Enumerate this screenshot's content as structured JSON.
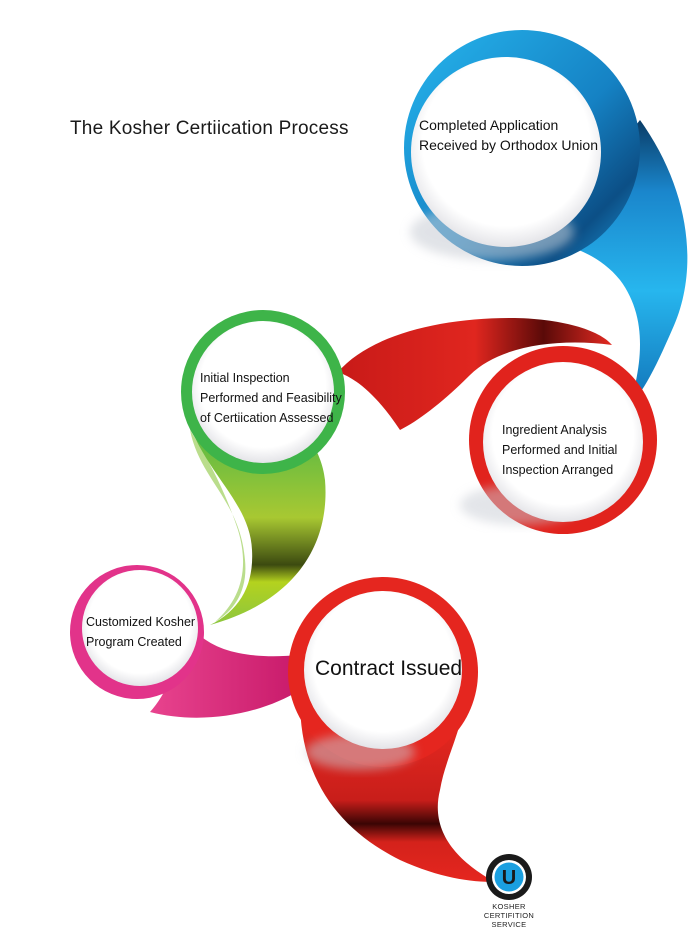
{
  "title": "The Kosher Certiication Process",
  "steps": [
    {
      "line1": "Completed Application",
      "line2": "Received by Orthodox Union",
      "line3": ""
    },
    {
      "line1": "Initial Inspection",
      "line2": "Performed  and Feasibility",
      "line3": "of Certiication Assessed"
    },
    {
      "line1": "Ingredient Analysis",
      "line2": "Performed  and  Initial",
      "line3": "Inspection Arranged"
    },
    {
      "line1": "Customized Kosher",
      "line2": "Program Created",
      "line3": ""
    },
    {
      "line1": "Contract Issued",
      "line2": "",
      "line3": ""
    }
  ],
  "logo": {
    "letter": "U",
    "line1": "KOSHER",
    "line2": "CERTIFITION",
    "line3": "SERVICE"
  },
  "colors": {
    "blue": "#1fa3e0",
    "red": "#d9221c",
    "green": "#8cc63f",
    "pink": "#e0257a",
    "red_bottom": "#e5261f"
  }
}
